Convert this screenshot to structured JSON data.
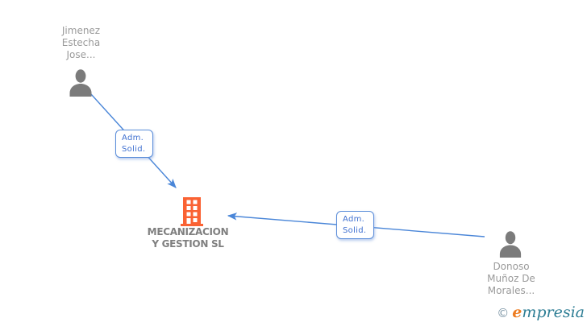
{
  "nodes": {
    "person1": {
      "type": "person",
      "name_lines": [
        "Jimenez",
        "Estecha",
        "Jose..."
      ]
    },
    "company": {
      "type": "company",
      "name_lines": [
        "MECANIZACION",
        "Y GESTION SL"
      ]
    },
    "person2": {
      "type": "person",
      "name_lines": [
        "Donoso",
        "Muñoz De",
        "Morales..."
      ]
    }
  },
  "edges": {
    "edge1": {
      "from": "person1",
      "to": "company",
      "label_lines": [
        "Adm.",
        "Solid."
      ]
    },
    "edge2": {
      "from": "person2",
      "to": "company",
      "label_lines": [
        "Adm.",
        "Solid."
      ]
    }
  },
  "watermark": {
    "copyright_symbol": "©",
    "brand_first": "e",
    "brand_rest": "mpresia"
  },
  "colors": {
    "edge_blue": "#4a86d8",
    "edge_label_text": "#3f70d0",
    "edge_label_border": "#5b8dd9",
    "person_gray": "#7b7b7b",
    "person_name_text": "#9a9a9a",
    "company_name_text": "#7f7f7f",
    "building_orange": "#fa6233",
    "logo_copyright": "#7c95a5",
    "logo_e": "#ed7d23",
    "logo_rest": "#2e7e95",
    "background": "#ffffff"
  }
}
